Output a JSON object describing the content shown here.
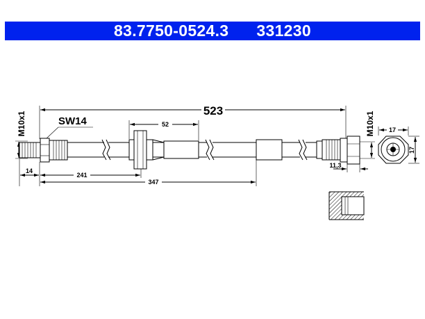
{
  "header": {
    "part_number": "83.7750-0524.3",
    "reference": "331230",
    "background": "#0022ee",
    "text_color": "#ffffff"
  },
  "dimensions": {
    "overall_length": "523",
    "wrench_size": "SW14",
    "left_thread": "M10x1",
    "right_thread": "M10x1",
    "bracket_width": "52",
    "left_thread_length": "14",
    "to_bracket": "241",
    "to_sleeve": "347",
    "end_width": "11,3",
    "hex_width": "17",
    "hex_height": "17"
  }
}
